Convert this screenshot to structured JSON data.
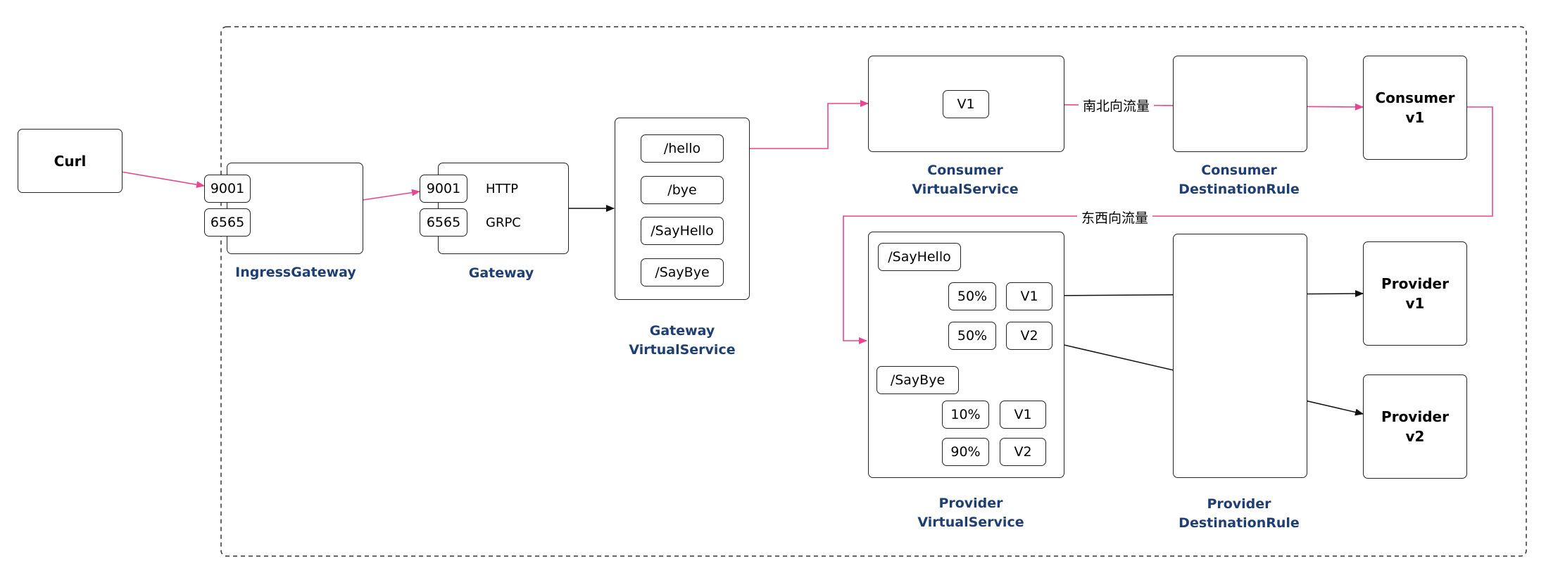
{
  "nodes": {
    "curl": "Curl",
    "consumer_v1": [
      "Consumer",
      "v1"
    ],
    "provider_v1": [
      "Provider",
      "v1"
    ],
    "provider_v2": [
      "Provider",
      "v2"
    ]
  },
  "ingress_gateway": {
    "ports": [
      "9001",
      "6565"
    ],
    "caption": "IngressGateway"
  },
  "gateway": {
    "ports": [
      "9001",
      "6565"
    ],
    "protocols": [
      "HTTP",
      "GRPC"
    ],
    "caption": "Gateway"
  },
  "gateway_vs": {
    "routes": [
      "/hello",
      "/bye",
      "/SayHello",
      "/SayBye"
    ],
    "caption": [
      "Gateway",
      "VirtualService"
    ]
  },
  "consumer_vs": {
    "subset": "V1",
    "caption": [
      "Consumer",
      "VirtualService"
    ]
  },
  "consumer_dr": {
    "caption": [
      "Consumer",
      "DestinationRule"
    ]
  },
  "provider_vs": {
    "routes": [
      {
        "path": "/SayHello",
        "rules": [
          {
            "weight": "50%",
            "subset": "V1"
          },
          {
            "weight": "50%",
            "subset": "V2"
          }
        ]
      },
      {
        "path": "/SayBye",
        "rules": [
          {
            "weight": "10%",
            "subset": "V1"
          },
          {
            "weight": "90%",
            "subset": "V2"
          }
        ]
      }
    ],
    "caption": [
      "Provider",
      "VirtualService"
    ]
  },
  "provider_dr": {
    "caption": [
      "Provider",
      "DestinationRule"
    ]
  },
  "traffic_labels": {
    "north_south": "南北向流量",
    "east_west": "东西向流量"
  },
  "colors": {
    "traffic": "#e8468f",
    "caption": "#1f3f73",
    "border": "#222222"
  }
}
